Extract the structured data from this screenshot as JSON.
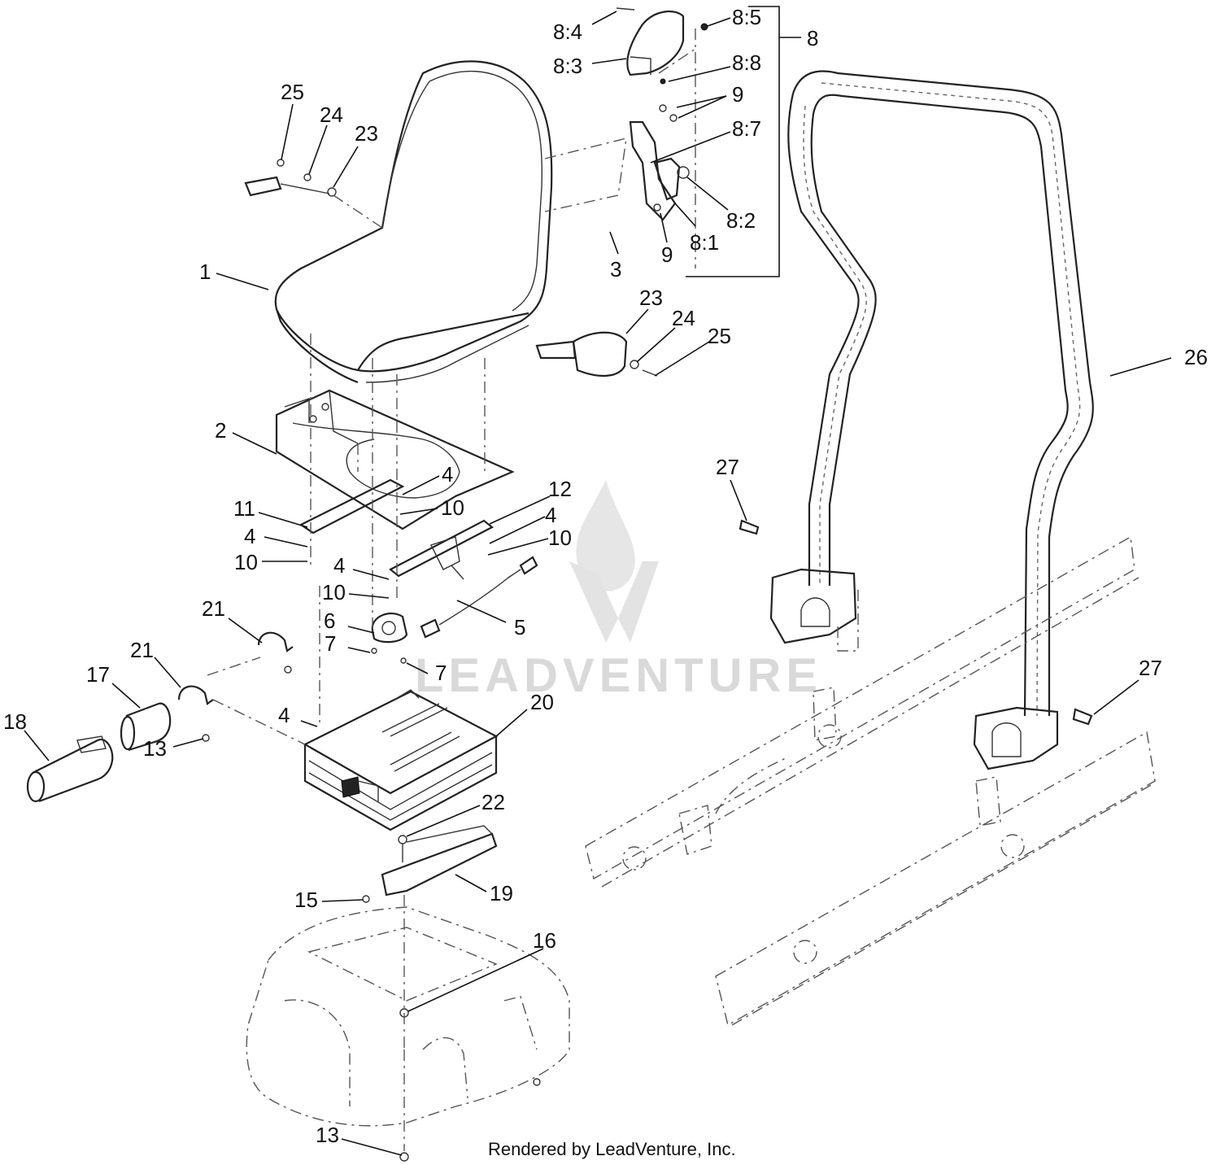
{
  "labels": {
    "l_8_4": "8:4",
    "l_8_5": "8:5",
    "l_8": "8",
    "l_8_3": "8:3",
    "l_8_8": "8:8",
    "l_9a": "9",
    "l_8_7": "8:7",
    "l_8_2": "8:2",
    "l_8_1": "8:1",
    "l_9b": "9",
    "l_25a": "25",
    "l_24a": "24",
    "l_23a": "23",
    "l_3": "3",
    "l_1": "1",
    "l_23b": "23",
    "l_24b": "24",
    "l_25b": "25",
    "l_26": "26",
    "l_2": "2",
    "l_27a": "27",
    "l_4a": "4",
    "l_12": "12",
    "l_11": "11",
    "l_10a": "10",
    "l_4b": "4",
    "l_4c": "4",
    "l_10b": "10",
    "l_10c": "10",
    "l_4d": "4",
    "l_10d": "10",
    "l_21a": "21",
    "l_6": "6",
    "l_5": "5",
    "l_7a": "7",
    "l_21b": "21",
    "l_17": "17",
    "l_7b": "7",
    "l_27b": "27",
    "l_18": "18",
    "l_20": "20",
    "l_4e": "4",
    "l_13a": "13",
    "l_22": "22",
    "l_19": "19",
    "l_15": "15",
    "l_16": "16",
    "l_13b": "13"
  },
  "watermark": "LEADVENTURE",
  "footer": "Rendered by LeadVenture, Inc."
}
